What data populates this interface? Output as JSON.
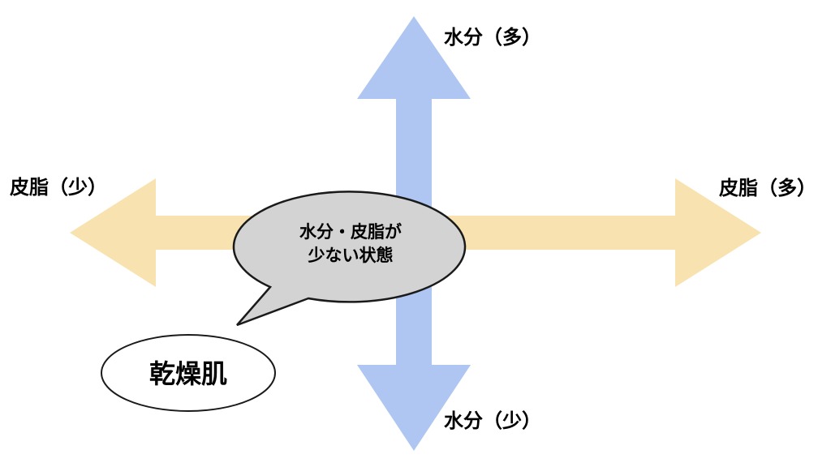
{
  "diagram": {
    "background": "#ffffff",
    "vertical_axis": {
      "top_label": "水分（多）",
      "bottom_label": "水分（少）",
      "arrow_color": "#aec6f1"
    },
    "horizontal_axis": {
      "left_label": "皮脂（少）",
      "right_label": "皮脂（多）",
      "arrow_color": "#f8e3b0"
    },
    "callout": {
      "line1": "水分・皮脂が",
      "line2": "少ない状態",
      "fill_color": "#d3d3d3",
      "border_color": "#1a1a1a"
    },
    "node": {
      "label": "乾燥肌",
      "fill_color": "#ffffff",
      "border_color": "#1a1a1a"
    },
    "text_color": "#000000"
  }
}
